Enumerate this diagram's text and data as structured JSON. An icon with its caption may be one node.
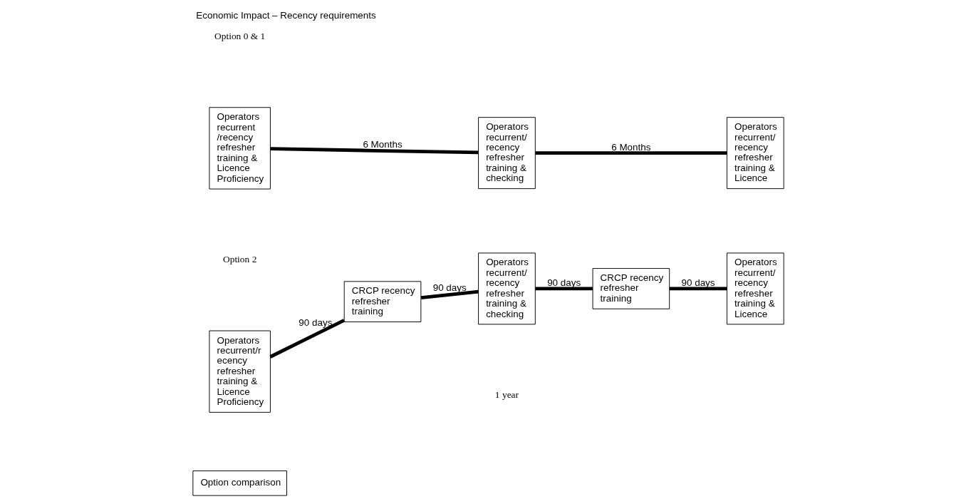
{
  "diagram": {
    "title": "Economic Impact – Recency requirements",
    "nodes": [
      {
        "text": [
          "Operators recurrent /recency refresher training & Licence Proficiency"
        ]
      },
      {
        "text": [
          "Operators recurrent/ recency refresher training & checking"
        ]
      },
      {
        "text": [
          "Operators recurrent/ recency refresher training & Licence"
        ]
      },
      {
        "text": [
          "Operators recurrent/r ecency refresher training & Licence Proficiency"
        ]
      },
      {
        "text": [
          "CRCP recency refresher training"
        ]
      },
      {
        "text": [
          "Operators recurrent/ recency refresher training & checking"
        ]
      },
      {
        "text": [
          "CRCP recency refresher training"
        ]
      },
      {
        "text": [
          "Operators recurrent/ recency refresher training & Licence"
        ]
      },
      {
        "text": [
          "Option comparison"
        ]
      }
    ],
    "edges": [
      {
        "from": 0,
        "to": 1,
        "arrow": "none",
        "label": "6 Months"
      },
      {
        "from": 1,
        "to": 2,
        "arrow": "none",
        "label": "6 Months"
      },
      {
        "from": 3,
        "to": 4,
        "arrow": "none",
        "label": "90 days"
      },
      {
        "from": 4,
        "to": 5,
        "arrow": "none",
        "label": "90 days"
      },
      {
        "from": 5,
        "to": 6,
        "arrow": "none",
        "label": "90 days"
      },
      {
        "from": 6,
        "to": 7,
        "arrow": "none",
        "label": "90 days"
      }
    ],
    "labels": [
      "Option 0 & 1",
      "Option 2",
      "1 year"
    ]
  }
}
